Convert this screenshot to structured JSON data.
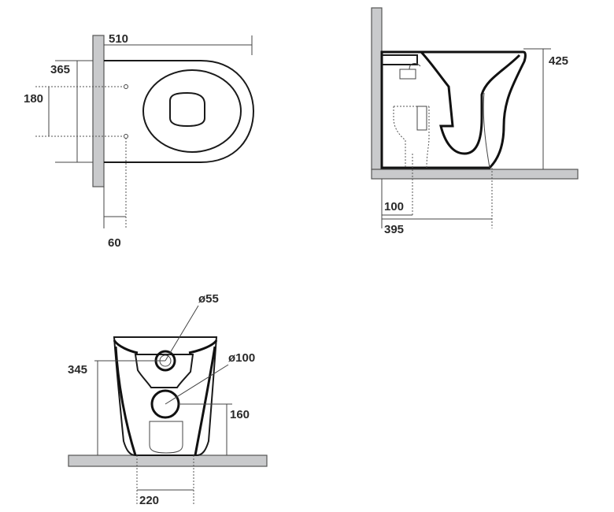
{
  "top_view": {
    "dim_length": "510",
    "dim_fixing_depth": "365",
    "dim_fixing_spacing": "180",
    "dim_wall_offset": "60"
  },
  "side_view": {
    "dim_height": "425",
    "dim_outlet_offset": "100",
    "dim_depth": "395"
  },
  "rear_view": {
    "dim_inlet_diameter": "ø55",
    "dim_outlet_diameter": "ø100",
    "dim_inlet_height": "345",
    "dim_outlet_height": "160",
    "dim_base_width": "220"
  }
}
